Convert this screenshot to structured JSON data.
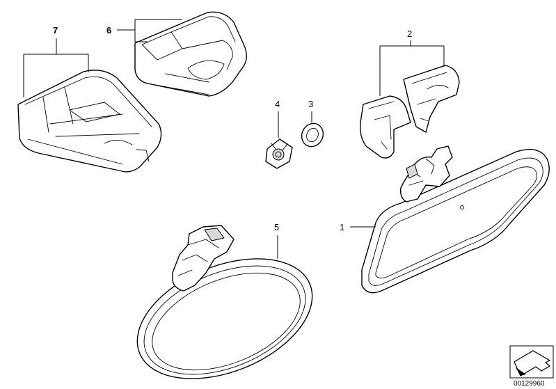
{
  "callouts": [
    {
      "id": "c1",
      "label": "1"
    },
    {
      "id": "c2",
      "label": "2"
    },
    {
      "id": "c3",
      "label": "3"
    },
    {
      "id": "c4",
      "label": "4"
    },
    {
      "id": "c5",
      "label": "5"
    },
    {
      "id": "c6",
      "label": "6"
    },
    {
      "id": "c7",
      "label": "7"
    }
  ],
  "reference_number": "00129960",
  "colors": {
    "line": "#000000",
    "background": "#ffffff",
    "shade": "#d8d8d8"
  }
}
